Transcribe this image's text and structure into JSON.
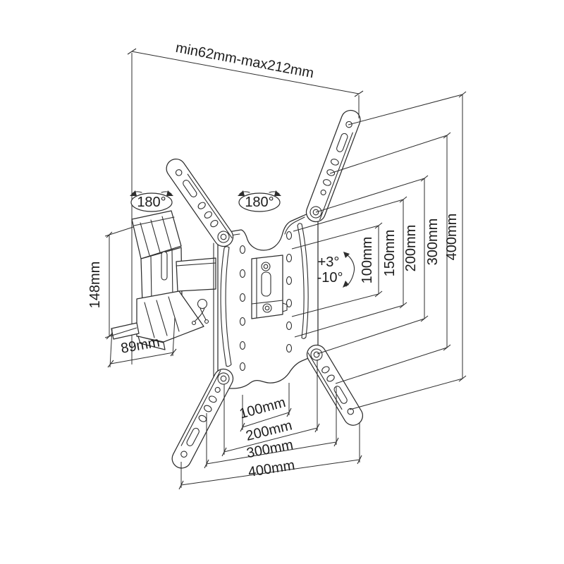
{
  "diagram": {
    "depth_range_label": "min62mm-max212mm",
    "swivel_left_label": "180°",
    "swivel_right_label": "180°",
    "tilt_up_label": "+3°",
    "tilt_down_label": "-10°",
    "height_label": "148mm",
    "wall_depth_label": "89mm",
    "vesa_vertical_labels": [
      "100mm",
      "150mm",
      "200mm",
      "300mm",
      "400mm"
    ],
    "vesa_horizontal_labels": [
      "100mm",
      "200mm",
      "300mm",
      "400mm"
    ],
    "line_color": "#2d2d2d",
    "text_color": "#1c1c1c",
    "background_color": "#ffffff"
  }
}
